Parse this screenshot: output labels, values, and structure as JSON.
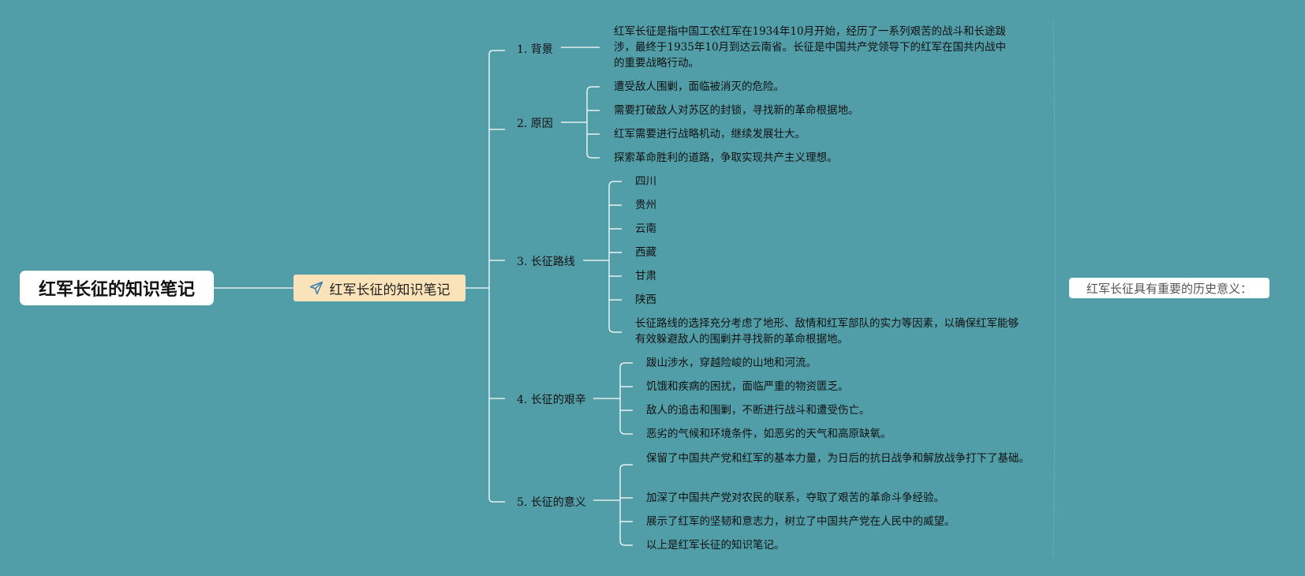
{
  "root": {
    "title": "红军长征的知识笔记"
  },
  "main_topic": {
    "title": "红军长征的知识笔记",
    "icon": "paper-plane-icon"
  },
  "floating_topic": {
    "text": "红军长征具有重要的历史意义："
  },
  "branches": [
    {
      "label": "1. 背景",
      "items": [
        "红军长征是指中国工农红军在1934年10月开始，经历了一系列艰苦的战斗和长途跋涉，最终于1935年10月到达云南省。长征是中国共产党领导下的红军在国共内战中的重要战略行动。"
      ]
    },
    {
      "label": "2. 原因",
      "items": [
        "遭受敌人围剿，面临被消灭的危险。",
        "需要打破敌人对苏区的封锁，寻找新的革命根据地。",
        "红军需要进行战略机动，继续发展壮大。",
        "探索革命胜利的道路，争取实现共产主义理想。"
      ]
    },
    {
      "label": "3. 长征路线",
      "items": [
        "四川",
        "贵州",
        "云南",
        "西藏",
        "甘肃",
        "陕西",
        "长征路线的选择充分考虑了地形、敌情和红军部队的实力等因素，以确保红军能够有效躲避敌人的围剿并寻找新的革命根据地。"
      ]
    },
    {
      "label": "4. 长征的艰辛",
      "items": [
        "跋山涉水，穿越险峻的山地和河流。",
        "饥饿和疾病的困扰，面临严重的物资匮乏。",
        "敌人的追击和围剿，不断进行战斗和遭受伤亡。",
        "恶劣的气候和环境条件，如恶劣的天气和高原缺氧。"
      ]
    },
    {
      "label": "5. 长征的意义",
      "items": [
        "保留了中国共产党和红军的基本力量，为日后的抗日战争和解放战争打下了基础。",
        "加深了中国共产党对农民的联系，夺取了艰苦的革命斗争经验。",
        "展示了红军的坚韧和意志力，树立了中国共产党在人民中的威望。",
        "以上是红军长征的知识笔记。"
      ]
    }
  ]
}
